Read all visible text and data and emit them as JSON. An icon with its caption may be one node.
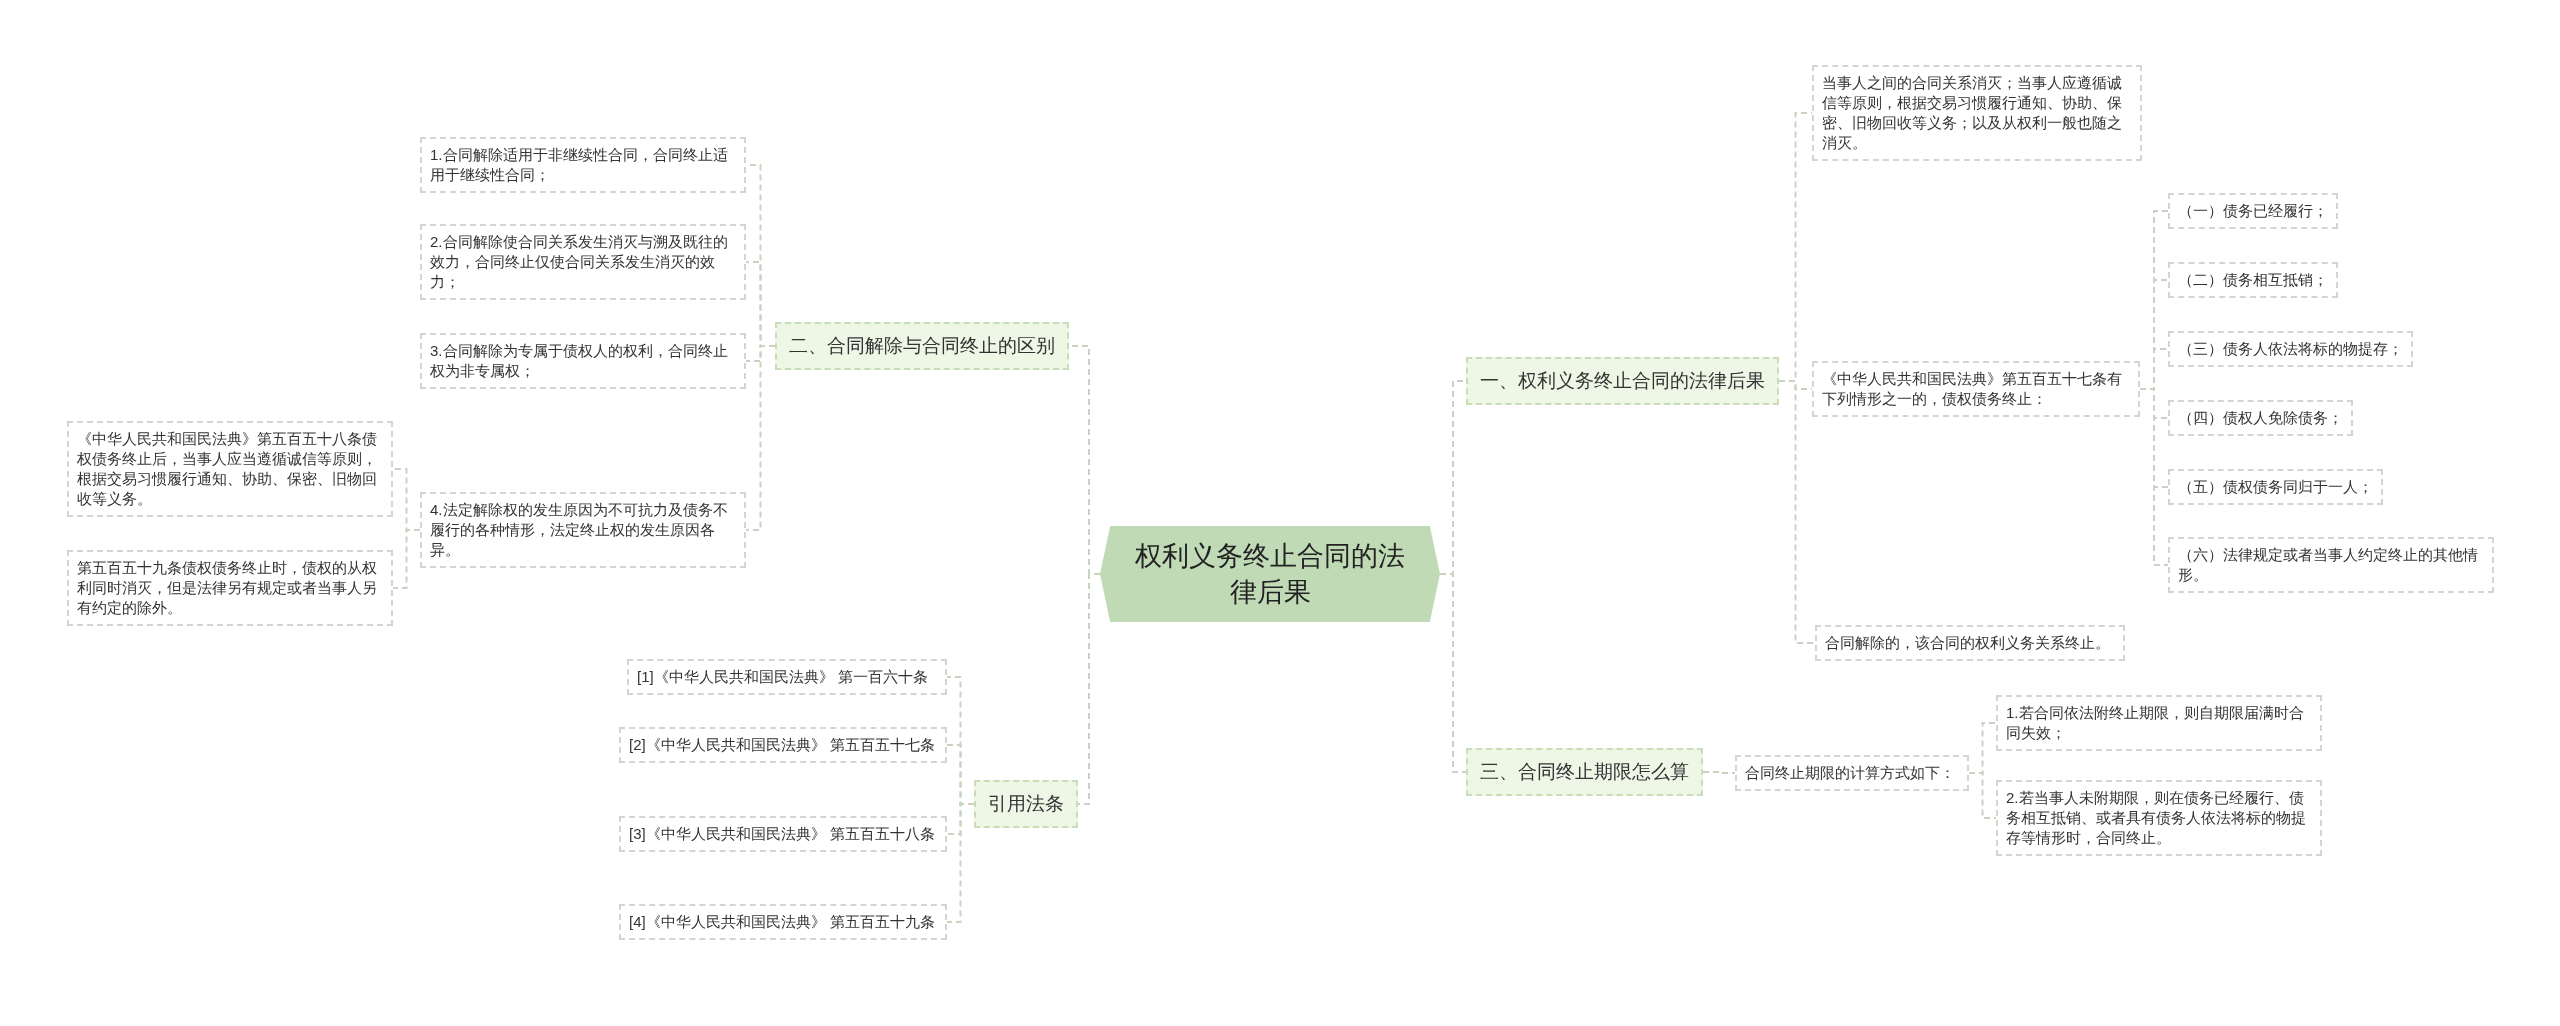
{
  "diagram": {
    "nodes": [
      {
        "text": [
          "权利义务终止合同的法律后果"
        ]
      },
      {
        "text": [
          "一、权利义务终止合同的法律后果"
        ]
      },
      {
        "text": [
          "当事人之间的合同关系消灭；当事人应遵循诚信等原则，根据交易习惯履行通知、协助、保密、旧物回收等义务；以及从权利一般也随之消灭。"
        ]
      },
      {
        "text": [
          "《中华人民共和国民法典》第五百五十七条有下列情形之一的，债权债务终止："
        ]
      },
      {
        "text": [
          "（一）债务已经履行；"
        ]
      },
      {
        "text": [
          "（二）债务相互抵销；"
        ]
      },
      {
        "text": [
          "（三）债务人依法将标的物提存；"
        ]
      },
      {
        "text": [
          "（四）债权人免除债务；"
        ]
      },
      {
        "text": [
          "（五）债权债务同归于一人；"
        ]
      },
      {
        "text": [
          "（六）法律规定或者当事人约定终止的其他情形。"
        ]
      },
      {
        "text": [
          "合同解除的，该合同的权利义务关系终止。"
        ]
      },
      {
        "text": [
          "三、合同终止期限怎么算"
        ]
      },
      {
        "text": [
          "合同终止期限的计算方式如下："
        ]
      },
      {
        "text": [
          "1.若合同依法附终止期限，则自期限届满时合同失效；"
        ]
      },
      {
        "text": [
          "2.若当事人未附期限，则在债务已经履行、债务相互抵销、或者具有债务人依法将标的物提存等情形时，合同终止。"
        ]
      },
      {
        "text": [
          "二、合同解除与合同终止的区别"
        ]
      },
      {
        "text": [
          "1.合同解除适用于非继续性合同，合同终止适用于继续性合同；"
        ]
      },
      {
        "text": [
          "2.合同解除使合同关系发生消灭与溯及既往的效力，合同终止仅使合同关系发生消灭的效力；"
        ]
      },
      {
        "text": [
          "3.合同解除为专属于债权人的权利，合同终止权为非专属权；"
        ]
      },
      {
        "text": [
          "4.法定解除权的发生原因为不可抗力及债务不履行的各种情形，法定终止权的发生原因各异。"
        ]
      },
      {
        "text": [
          "《中华人民共和国民法典》第五百五十八条债权债务终止后，当事人应当遵循诚信等原则，根据交易习惯履行通知、协助、保密、旧物回收等义务。"
        ]
      },
      {
        "text": [
          "第五百五十九条债权债务终止时，债权的从权利同时消灭，但是法律另有规定或者当事人另有约定的除外。"
        ]
      },
      {
        "text": [
          "引用法条"
        ]
      },
      {
        "text": [
          "[1]《中华人民共和国民法典》 第一百六十条"
        ]
      },
      {
        "text": [
          "[2]《中华人民共和国民法典》 第五百五十七条"
        ]
      },
      {
        "text": [
          "[3]《中华人民共和国民法典》 第五百五十八条"
        ]
      },
      {
        "text": [
          "[4]《中华人民共和国民法典》 第五百五十九条"
        ]
      }
    ],
    "edges": [
      {
        "from": 0,
        "to": 1,
        "arrow": "none"
      },
      {
        "from": 1,
        "to": 2,
        "arrow": "none"
      },
      {
        "from": 1,
        "to": 3,
        "arrow": "none"
      },
      {
        "from": 3,
        "to": 4,
        "arrow": "none"
      },
      {
        "from": 3,
        "to": 5,
        "arrow": "none"
      },
      {
        "from": 3,
        "to": 6,
        "arrow": "none"
      },
      {
        "from": 3,
        "to": 7,
        "arrow": "none"
      },
      {
        "from": 3,
        "to": 8,
        "arrow": "none"
      },
      {
        "from": 3,
        "to": 9,
        "arrow": "none"
      },
      {
        "from": 1,
        "to": 10,
        "arrow": "none"
      },
      {
        "from": 0,
        "to": 11,
        "arrow": "none"
      },
      {
        "from": 11,
        "to": 12,
        "arrow": "none"
      },
      {
        "from": 12,
        "to": 13,
        "arrow": "none"
      },
      {
        "from": 12,
        "to": 14,
        "arrow": "none"
      },
      {
        "from": 0,
        "to": 15,
        "arrow": "none"
      },
      {
        "from": 15,
        "to": 16,
        "arrow": "none"
      },
      {
        "from": 15,
        "to": 17,
        "arrow": "none"
      },
      {
        "from": 15,
        "to": 18,
        "arrow": "none"
      },
      {
        "from": 15,
        "to": 19,
        "arrow": "none"
      },
      {
        "from": 19,
        "to": 20,
        "arrow": "none"
      },
      {
        "from": 19,
        "to": 21,
        "arrow": "none"
      },
      {
        "from": 0,
        "to": 22,
        "arrow": "none"
      },
      {
        "from": 22,
        "to": 23,
        "arrow": "none"
      },
      {
        "from": 22,
        "to": 24,
        "arrow": "none"
      },
      {
        "from": 22,
        "to": 25,
        "arrow": "none"
      },
      {
        "from": 22,
        "to": 26,
        "arrow": "none"
      }
    ]
  }
}
